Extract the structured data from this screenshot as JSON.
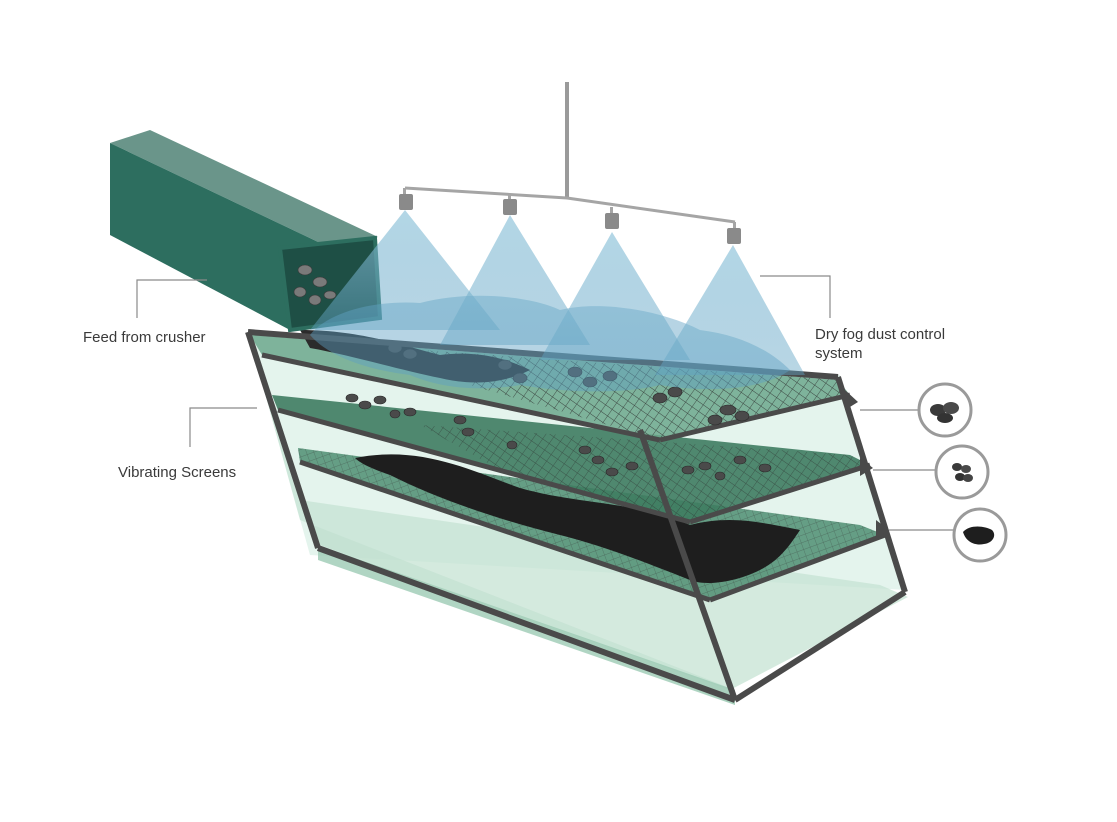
{
  "labels": {
    "feed": "Feed from crusher",
    "screens": "Vibrating Screens",
    "fog_line1": "Dry fog dust control",
    "fog_line2": "system"
  },
  "colors": {
    "chute_top": "#6a958a",
    "chute_side": "#2d6e5f",
    "chute_dark": "#1e4f45",
    "spray": "#7fb6cf",
    "frame": "#5a5a5a",
    "screen_fill": "#3d7d62",
    "glass": "#cfe8dc",
    "rock": "#4a4a4a"
  },
  "components": [
    "feed-chute",
    "spray-header",
    "spray-nozzle",
    "spray-cone",
    "screen-deck",
    "output-circle"
  ]
}
